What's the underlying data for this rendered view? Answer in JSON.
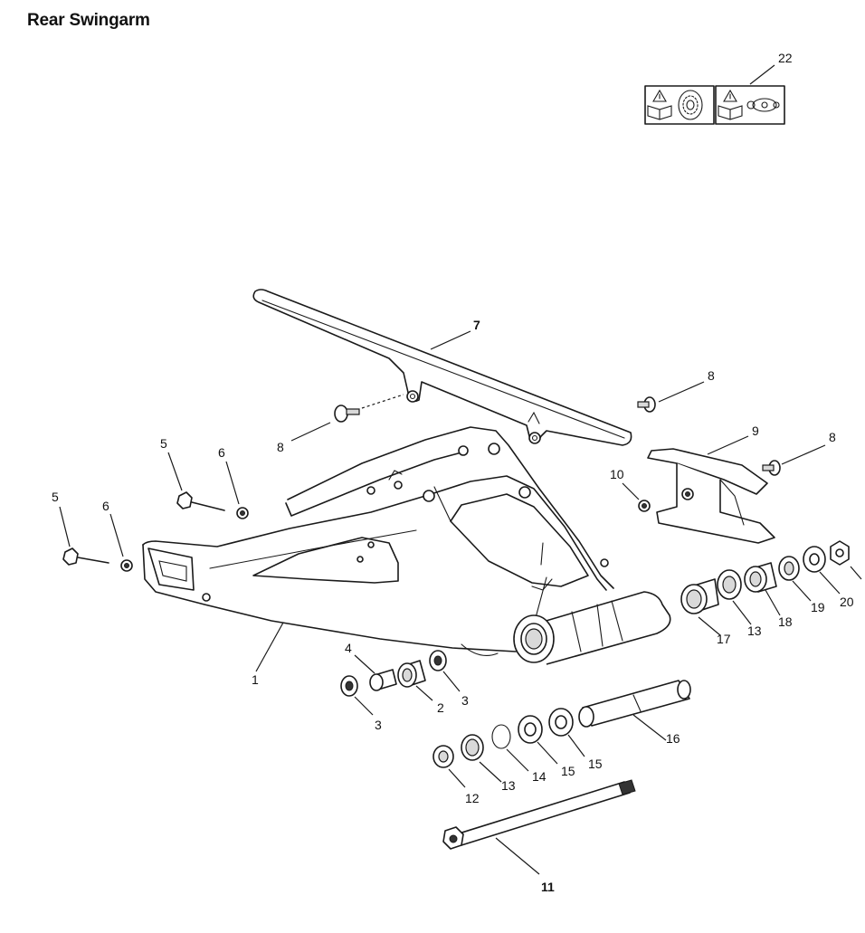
{
  "title": "Rear Swingarm",
  "callouts": {
    "c1": "1",
    "c2": "2",
    "c3a": "3",
    "c3b": "3",
    "c4": "4",
    "c5a": "5",
    "c5b": "5",
    "c6a": "6",
    "c6b": "6",
    "c7": "7",
    "c8a": "8",
    "c8b": "8",
    "c8c": "8",
    "c9": "9",
    "c10": "10",
    "c11": "11",
    "c12": "12",
    "c13a": "13",
    "c13b": "13",
    "c14": "14",
    "c15a": "15",
    "c15b": "15",
    "c16": "16",
    "c17": "17",
    "c18": "18",
    "c19": "19",
    "c20": "20",
    "c22": "22"
  },
  "icons": [
    "warning-manual-icon",
    "tire-icon",
    "warning-manual-icon",
    "chain-icon"
  ]
}
